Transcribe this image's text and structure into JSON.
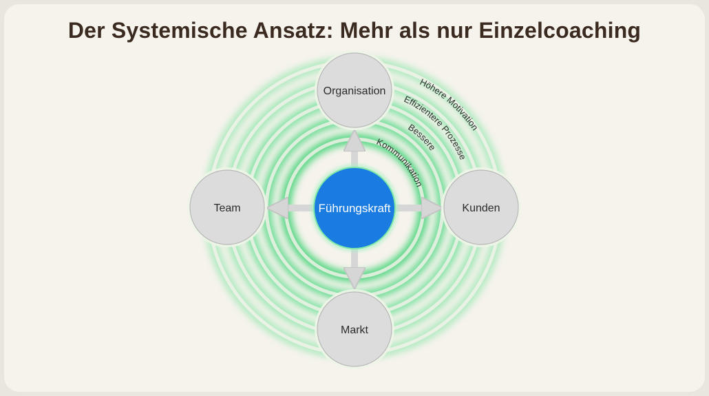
{
  "title": "Der Systemische Ansatz: Mehr als nur Einzelcoaching",
  "center": {
    "label": "Führungskraft"
  },
  "nodes": {
    "top": "Organisation",
    "right": "Kunden",
    "bottom": "Markt",
    "left": "Team"
  },
  "benefits": [
    "Höhere Motivation",
    "Effizientere Prozesse",
    "Bessere",
    "Kommunikation"
  ],
  "colors": {
    "background": "#f6f3ec",
    "title": "#3a2a20",
    "center_fill": "#1a7be0",
    "ring_glow": "#36d27a",
    "node_fill": "#dcdcdc"
  }
}
